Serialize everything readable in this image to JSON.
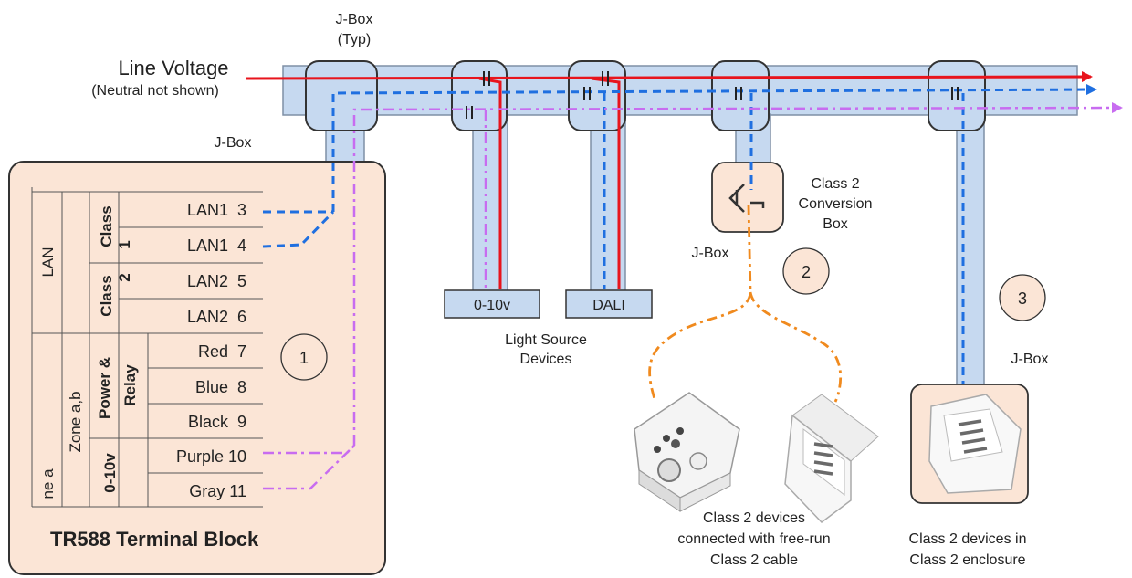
{
  "labels": {
    "jbox_typ_line1": "J-Box",
    "jbox_typ_line2": "(Typ)",
    "line_voltage": "Line Voltage",
    "neutral": "(Neutral not shown)",
    "jbox_left": "J-Box",
    "jbox_conv": "J-Box",
    "jbox_right": "J-Box",
    "conv_line1": "Class 2",
    "conv_line2": "Conversion",
    "conv_line3": "Box",
    "dev_010v": "0-10v",
    "dev_dali": "DALI",
    "light_src_line1": "Light Source",
    "light_src_line2": "Devices",
    "free_line1": "Class 2 devices",
    "free_line2": "connected with free-run",
    "free_line3": "Class 2 cable",
    "encl_line1": "Class 2 devices in",
    "encl_line2": "Class 2 enclosure",
    "badge1": "1",
    "badge2": "2",
    "badge3": "3"
  },
  "terminal_block": {
    "title": "TR588 Terminal Block",
    "group_lan": "LAN",
    "group_zone": "Zone a,b",
    "group_zone_cut": "ne a",
    "class1": "Class",
    "class1_num": "1",
    "class2": "Class",
    "class2_num": "2",
    "power_relay_1": "Power &",
    "power_relay_2": "Relay",
    "dim": "0-10v",
    "terminals": [
      "LAN1  3",
      "LAN1  4",
      "LAN2  5",
      "LAN2  6",
      "Red  7",
      "Blue  8",
      "Black  9",
      "Purple 10",
      "Gray 11"
    ]
  },
  "colors": {
    "line_voltage": "#e8141c",
    "lan": "#1f6fe0",
    "dim": "#c86cf0",
    "class2_cable": "#f08a1e",
    "raceway": "#c6d9f0",
    "raceway_stroke": "#7f8fa6",
    "box_fill": "#fbe5d6"
  }
}
